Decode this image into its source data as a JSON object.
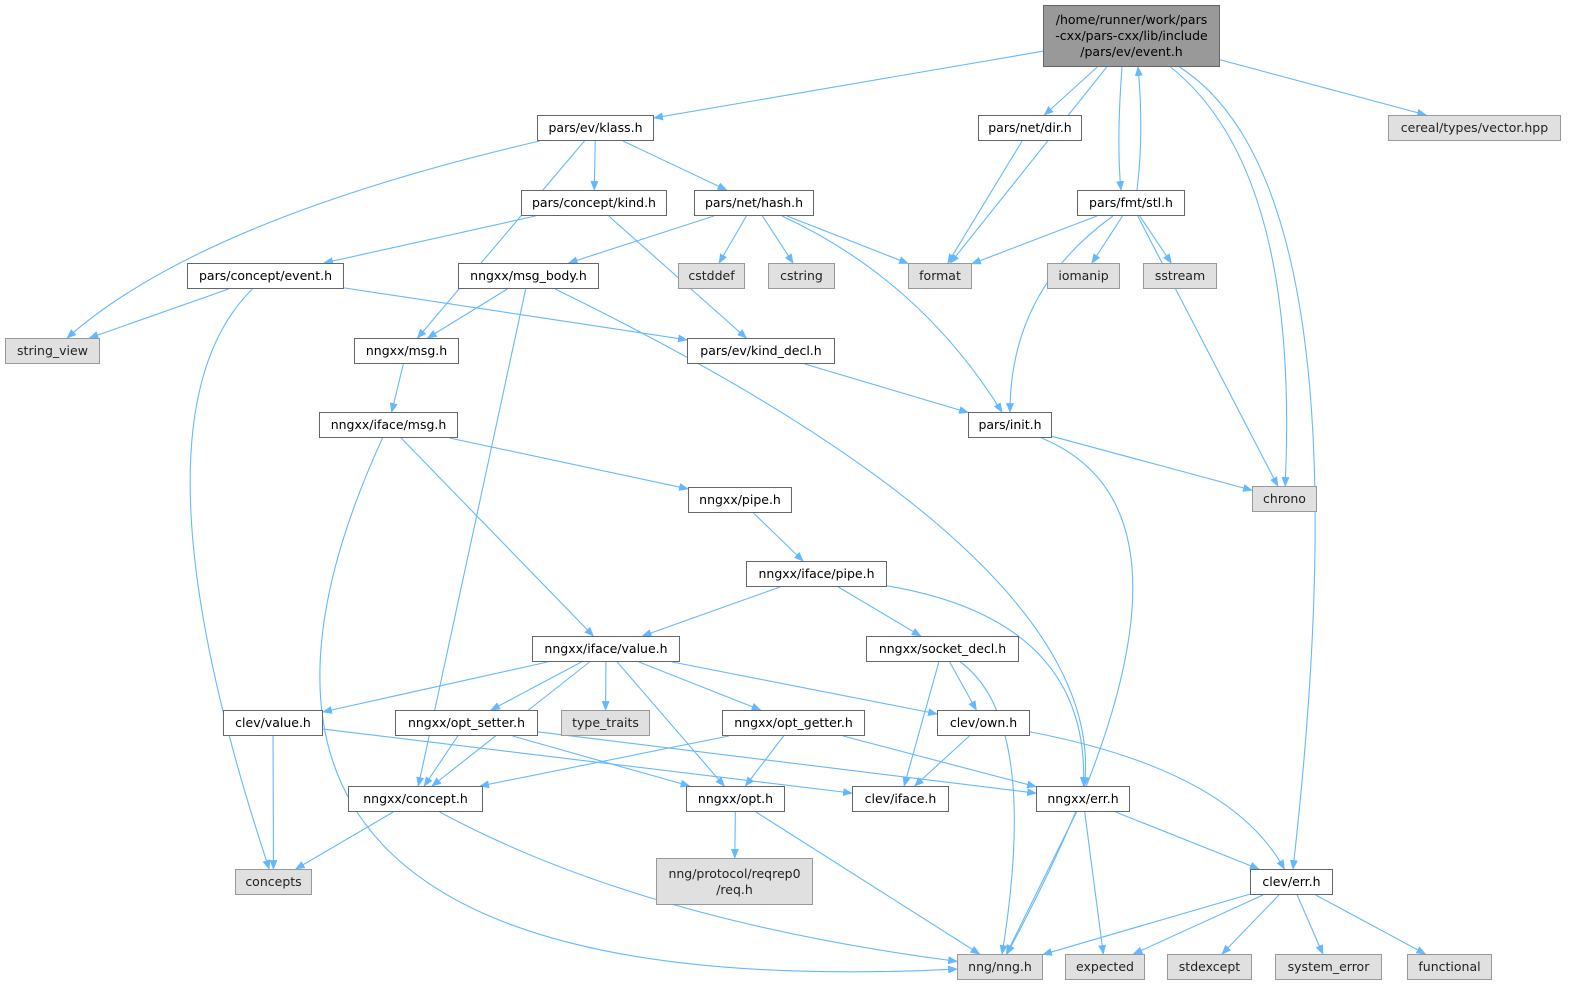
{
  "title": "Include dependency graph for event.h",
  "colors": {
    "edge": "#63b8ff",
    "root_fill": "#999999",
    "external_fill": "#e0e0e0",
    "node_border": "#666666"
  },
  "nodes": [
    {
      "id": "root",
      "lines": [
        "/home/runner/work/pars",
        "-cxx/pars-cxx/lib/include",
        "/pars/ev/event.h"
      ],
      "kind": "root"
    },
    {
      "id": "klass",
      "lines": [
        "pars/ev/klass.h"
      ],
      "kind": "internal"
    },
    {
      "id": "dir",
      "lines": [
        "pars/net/dir.h"
      ],
      "kind": "internal"
    },
    {
      "id": "cereal",
      "lines": [
        "cereal/types/vector.hpp"
      ],
      "kind": "external"
    },
    {
      "id": "stl",
      "lines": [
        "pars/fmt/stl.h"
      ],
      "kind": "internal"
    },
    {
      "id": "kind",
      "lines": [
        "pars/concept/kind.h"
      ],
      "kind": "internal"
    },
    {
      "id": "hash",
      "lines": [
        "pars/net/hash.h"
      ],
      "kind": "internal"
    },
    {
      "id": "cevent",
      "lines": [
        "pars/concept/event.h"
      ],
      "kind": "internal"
    },
    {
      "id": "msgbody",
      "lines": [
        "nngxx/msg_body.h"
      ],
      "kind": "internal"
    },
    {
      "id": "cstddef",
      "lines": [
        "cstddef"
      ],
      "kind": "external"
    },
    {
      "id": "cstring",
      "lines": [
        "cstring"
      ],
      "kind": "external"
    },
    {
      "id": "format",
      "lines": [
        "format"
      ],
      "kind": "external"
    },
    {
      "id": "iomanip",
      "lines": [
        "iomanip"
      ],
      "kind": "external"
    },
    {
      "id": "sstream",
      "lines": [
        "sstream"
      ],
      "kind": "external"
    },
    {
      "id": "string_view",
      "lines": [
        "string_view"
      ],
      "kind": "external"
    },
    {
      "id": "msg",
      "lines": [
        "nngxx/msg.h"
      ],
      "kind": "internal"
    },
    {
      "id": "kinddecl",
      "lines": [
        "pars/ev/kind_decl.h"
      ],
      "kind": "internal"
    },
    {
      "id": "init",
      "lines": [
        "pars/init.h"
      ],
      "kind": "internal"
    },
    {
      "id": "chrono",
      "lines": [
        "chrono"
      ],
      "kind": "external"
    },
    {
      "id": "imsg",
      "lines": [
        "nngxx/iface/msg.h"
      ],
      "kind": "internal"
    },
    {
      "id": "pipe",
      "lines": [
        "nngxx/pipe.h"
      ],
      "kind": "internal"
    },
    {
      "id": "ipipe",
      "lines": [
        "nngxx/iface/pipe.h"
      ],
      "kind": "internal"
    },
    {
      "id": "ivalue",
      "lines": [
        "nngxx/iface/value.h"
      ],
      "kind": "internal"
    },
    {
      "id": "sockdecl",
      "lines": [
        "nngxx/socket_decl.h"
      ],
      "kind": "internal"
    },
    {
      "id": "clevvalue",
      "lines": [
        "clev/value.h"
      ],
      "kind": "internal"
    },
    {
      "id": "optsetter",
      "lines": [
        "nngxx/opt_setter.h"
      ],
      "kind": "internal"
    },
    {
      "id": "type_traits",
      "lines": [
        "type_traits"
      ],
      "kind": "external"
    },
    {
      "id": "optgetter",
      "lines": [
        "nngxx/opt_getter.h"
      ],
      "kind": "internal"
    },
    {
      "id": "clevown",
      "lines": [
        "clev/own.h"
      ],
      "kind": "internal"
    },
    {
      "id": "nconcept",
      "lines": [
        "nngxx/concept.h"
      ],
      "kind": "internal"
    },
    {
      "id": "opt",
      "lines": [
        "nngxx/opt.h"
      ],
      "kind": "internal"
    },
    {
      "id": "clevif",
      "lines": [
        "clev/iface.h"
      ],
      "kind": "internal"
    },
    {
      "id": "nerr",
      "lines": [
        "nngxx/err.h"
      ],
      "kind": "internal"
    },
    {
      "id": "concepts",
      "lines": [
        "concepts"
      ],
      "kind": "external"
    },
    {
      "id": "req",
      "lines": [
        "nng/protocol/reqrep0",
        "/req.h"
      ],
      "kind": "external"
    },
    {
      "id": "cleverr",
      "lines": [
        "clev/err.h"
      ],
      "kind": "internal"
    },
    {
      "id": "nng",
      "lines": [
        "nng/nng.h"
      ],
      "kind": "external"
    },
    {
      "id": "expected",
      "lines": [
        "expected"
      ],
      "kind": "external"
    },
    {
      "id": "stdexcept",
      "lines": [
        "stdexcept"
      ],
      "kind": "external"
    },
    {
      "id": "system_error",
      "lines": [
        "system_error"
      ],
      "kind": "external"
    },
    {
      "id": "functional",
      "lines": [
        "functional"
      ],
      "kind": "external"
    }
  ],
  "edges": [
    [
      "root",
      "klass"
    ],
    [
      "root",
      "format"
    ],
    [
      "root",
      "dir"
    ],
    [
      "root",
      "stl"
    ],
    [
      "root",
      "chrono"
    ],
    [
      "root",
      "cleverr"
    ],
    [
      "root",
      "cereal"
    ],
    [
      "klass",
      "string_view"
    ],
    [
      "klass",
      "msg"
    ],
    [
      "klass",
      "kind"
    ],
    [
      "klass",
      "hash"
    ],
    [
      "dir",
      "format"
    ],
    [
      "stl",
      "format"
    ],
    [
      "stl",
      "iomanip"
    ],
    [
      "stl",
      "sstream"
    ],
    [
      "stl",
      "chrono"
    ],
    [
      "stl",
      "init"
    ],
    [
      "stl",
      "root"
    ],
    [
      "kind",
      "cevent"
    ],
    [
      "kind",
      "kinddecl"
    ],
    [
      "hash",
      "msgbody"
    ],
    [
      "hash",
      "cstddef"
    ],
    [
      "hash",
      "cstring"
    ],
    [
      "hash",
      "format"
    ],
    [
      "hash",
      "init"
    ],
    [
      "cevent",
      "string_view"
    ],
    [
      "cevent",
      "concepts"
    ],
    [
      "cevent",
      "kinddecl"
    ],
    [
      "msgbody",
      "msg"
    ],
    [
      "msgbody",
      "nconcept"
    ],
    [
      "msgbody",
      "nerr"
    ],
    [
      "msg",
      "imsg"
    ],
    [
      "kinddecl",
      "init"
    ],
    [
      "init",
      "chrono"
    ],
    [
      "init",
      "nng"
    ],
    [
      "imsg",
      "nng"
    ],
    [
      "imsg",
      "ivalue"
    ],
    [
      "imsg",
      "pipe"
    ],
    [
      "pipe",
      "ipipe"
    ],
    [
      "ipipe",
      "ivalue"
    ],
    [
      "ipipe",
      "sockdecl"
    ],
    [
      "ipipe",
      "nerr"
    ],
    [
      "ivalue",
      "clevvalue"
    ],
    [
      "ivalue",
      "nconcept"
    ],
    [
      "ivalue",
      "optsetter"
    ],
    [
      "ivalue",
      "type_traits"
    ],
    [
      "ivalue",
      "opt"
    ],
    [
      "ivalue",
      "optgetter"
    ],
    [
      "ivalue",
      "clevown"
    ],
    [
      "sockdecl",
      "clevif"
    ],
    [
      "sockdecl",
      "clevown"
    ],
    [
      "sockdecl",
      "nng"
    ],
    [
      "clevvalue",
      "concepts"
    ],
    [
      "clevvalue",
      "clevif"
    ],
    [
      "optsetter",
      "nconcept"
    ],
    [
      "optsetter",
      "opt"
    ],
    [
      "optsetter",
      "nerr"
    ],
    [
      "optgetter",
      "nconcept"
    ],
    [
      "optgetter",
      "opt"
    ],
    [
      "optgetter",
      "nerr"
    ],
    [
      "clevown",
      "clevif"
    ],
    [
      "clevown",
      "cleverr"
    ],
    [
      "nconcept",
      "concepts"
    ],
    [
      "nconcept",
      "nng"
    ],
    [
      "opt",
      "req"
    ],
    [
      "opt",
      "nng"
    ],
    [
      "nerr",
      "nng"
    ],
    [
      "nerr",
      "expected"
    ],
    [
      "nerr",
      "cleverr"
    ],
    [
      "cleverr",
      "nng"
    ],
    [
      "cleverr",
      "expected"
    ],
    [
      "cleverr",
      "stdexcept"
    ],
    [
      "cleverr",
      "system_error"
    ],
    [
      "cleverr",
      "functional"
    ]
  ]
}
